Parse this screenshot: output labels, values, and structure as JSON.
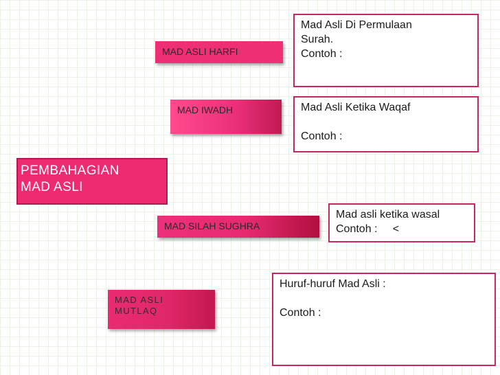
{
  "root": {
    "lines": [
      "PEMBAHAGIAN",
      "MAD  ASLI"
    ]
  },
  "categories": [
    {
      "id": "harfi",
      "label": "MAD ASLI HARFI"
    },
    {
      "id": "iwadh",
      "label": "MAD IWADH"
    },
    {
      "id": "silah",
      "label": "MAD SILAH SUGHRA"
    },
    {
      "id": "mutlaq",
      "lines": [
        "MAD ASLI",
        "MUTLAQ"
      ]
    }
  ],
  "descriptions": {
    "harfi": {
      "lines": [
        "Mad Asli Di Permulaan",
        "Surah.",
        "Contoh :"
      ]
    },
    "iwadh": {
      "line1": "Mad Asli Ketika Waqaf",
      "line2": "Contoh :"
    },
    "silah": {
      "line1": "Mad asli ketika wasal",
      "line2": "Contoh :     <"
    },
    "mutlaq": {
      "line1": "Huruf-huruf Mad Asli :",
      "line2": "Contoh  :"
    }
  }
}
